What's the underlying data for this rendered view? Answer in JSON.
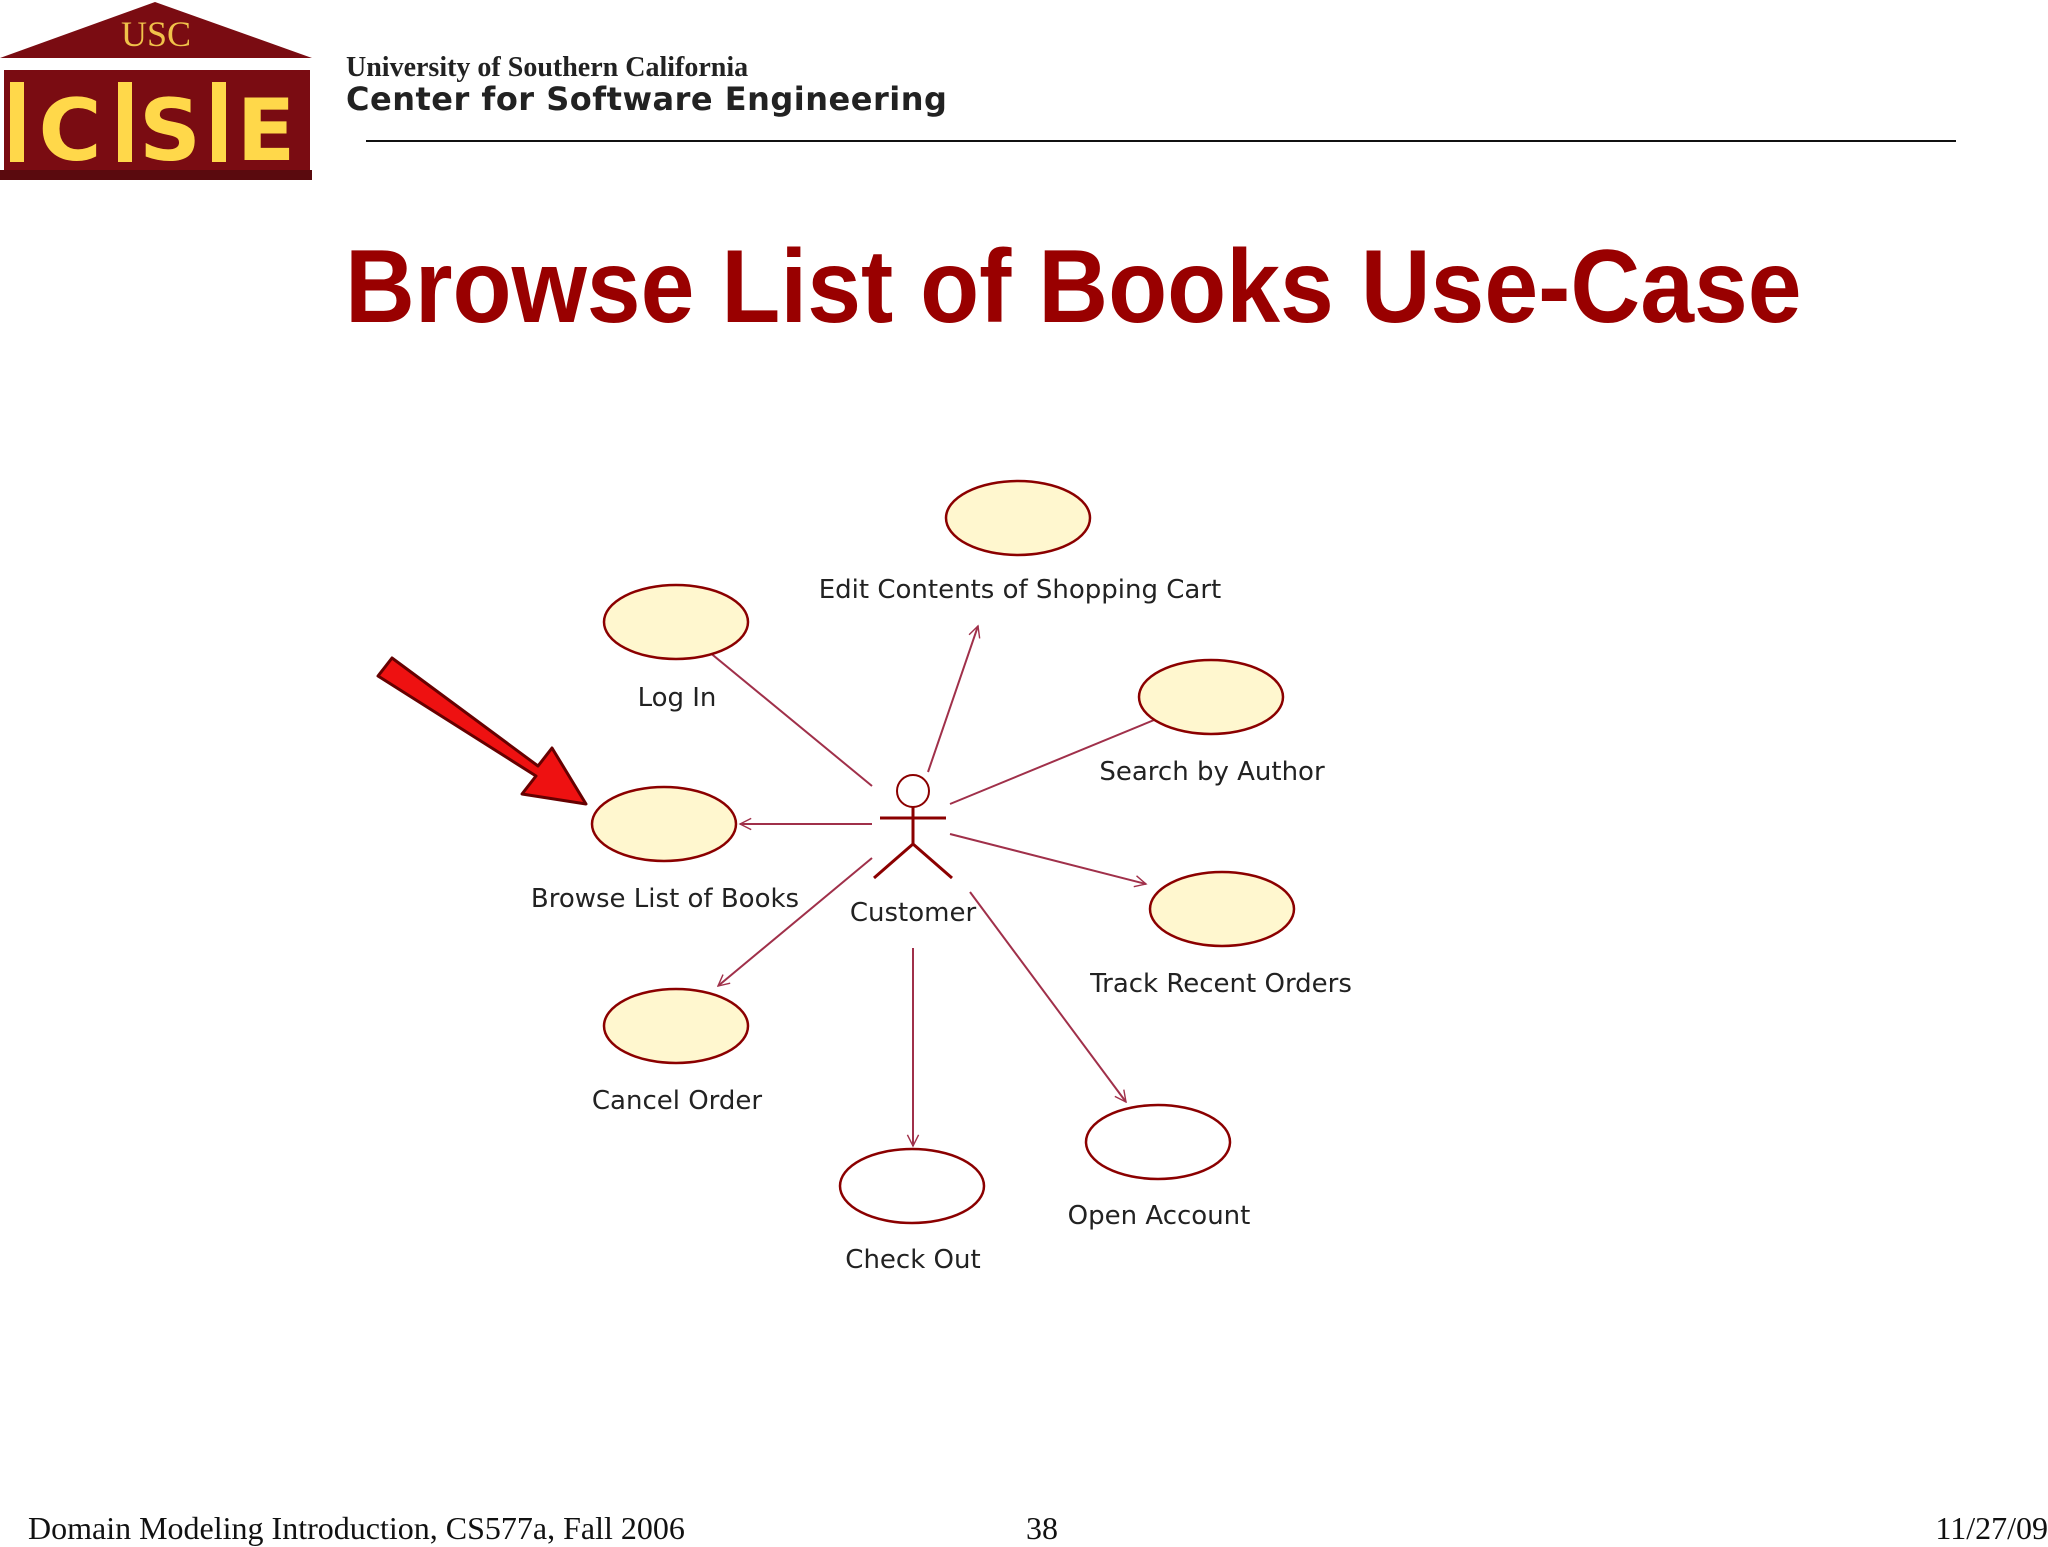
{
  "header": {
    "logo_abbrev": "USC",
    "logo_letters": [
      "C",
      "S",
      "E"
    ],
    "org_name": "University of Southern California",
    "center_name": "Center for Software  Engineering"
  },
  "slide": {
    "title": "Browse List of Books Use-Case"
  },
  "diagram": {
    "actor": {
      "label": "Customer"
    },
    "use_cases": [
      {
        "id": "edit-cart",
        "label": "Edit Contents of Shopping Cart",
        "style": "filled"
      },
      {
        "id": "log-in",
        "label": "Log In",
        "style": "filled"
      },
      {
        "id": "search-author",
        "label": "Search by Author",
        "style": "filled"
      },
      {
        "id": "browse-books",
        "label": "Browse List of Books",
        "style": "filled",
        "highlighted": true
      },
      {
        "id": "track-orders",
        "label": "Track Recent Orders",
        "style": "filled"
      },
      {
        "id": "cancel-order",
        "label": "Cancel Order",
        "style": "filled"
      },
      {
        "id": "open-account",
        "label": "Open Account",
        "style": "outline"
      },
      {
        "id": "check-out",
        "label": "Check Out",
        "style": "outline"
      }
    ],
    "colors": {
      "use_case_fill": "#fff7cf",
      "use_case_stroke": "#8b0000",
      "association": "#a0304a",
      "highlight_arrow": "#ee1111",
      "title": "#990000"
    }
  },
  "footer": {
    "course": "Domain Modeling Introduction, CS577a, Fall 2006",
    "page": "38",
    "date": "11/27/09"
  }
}
